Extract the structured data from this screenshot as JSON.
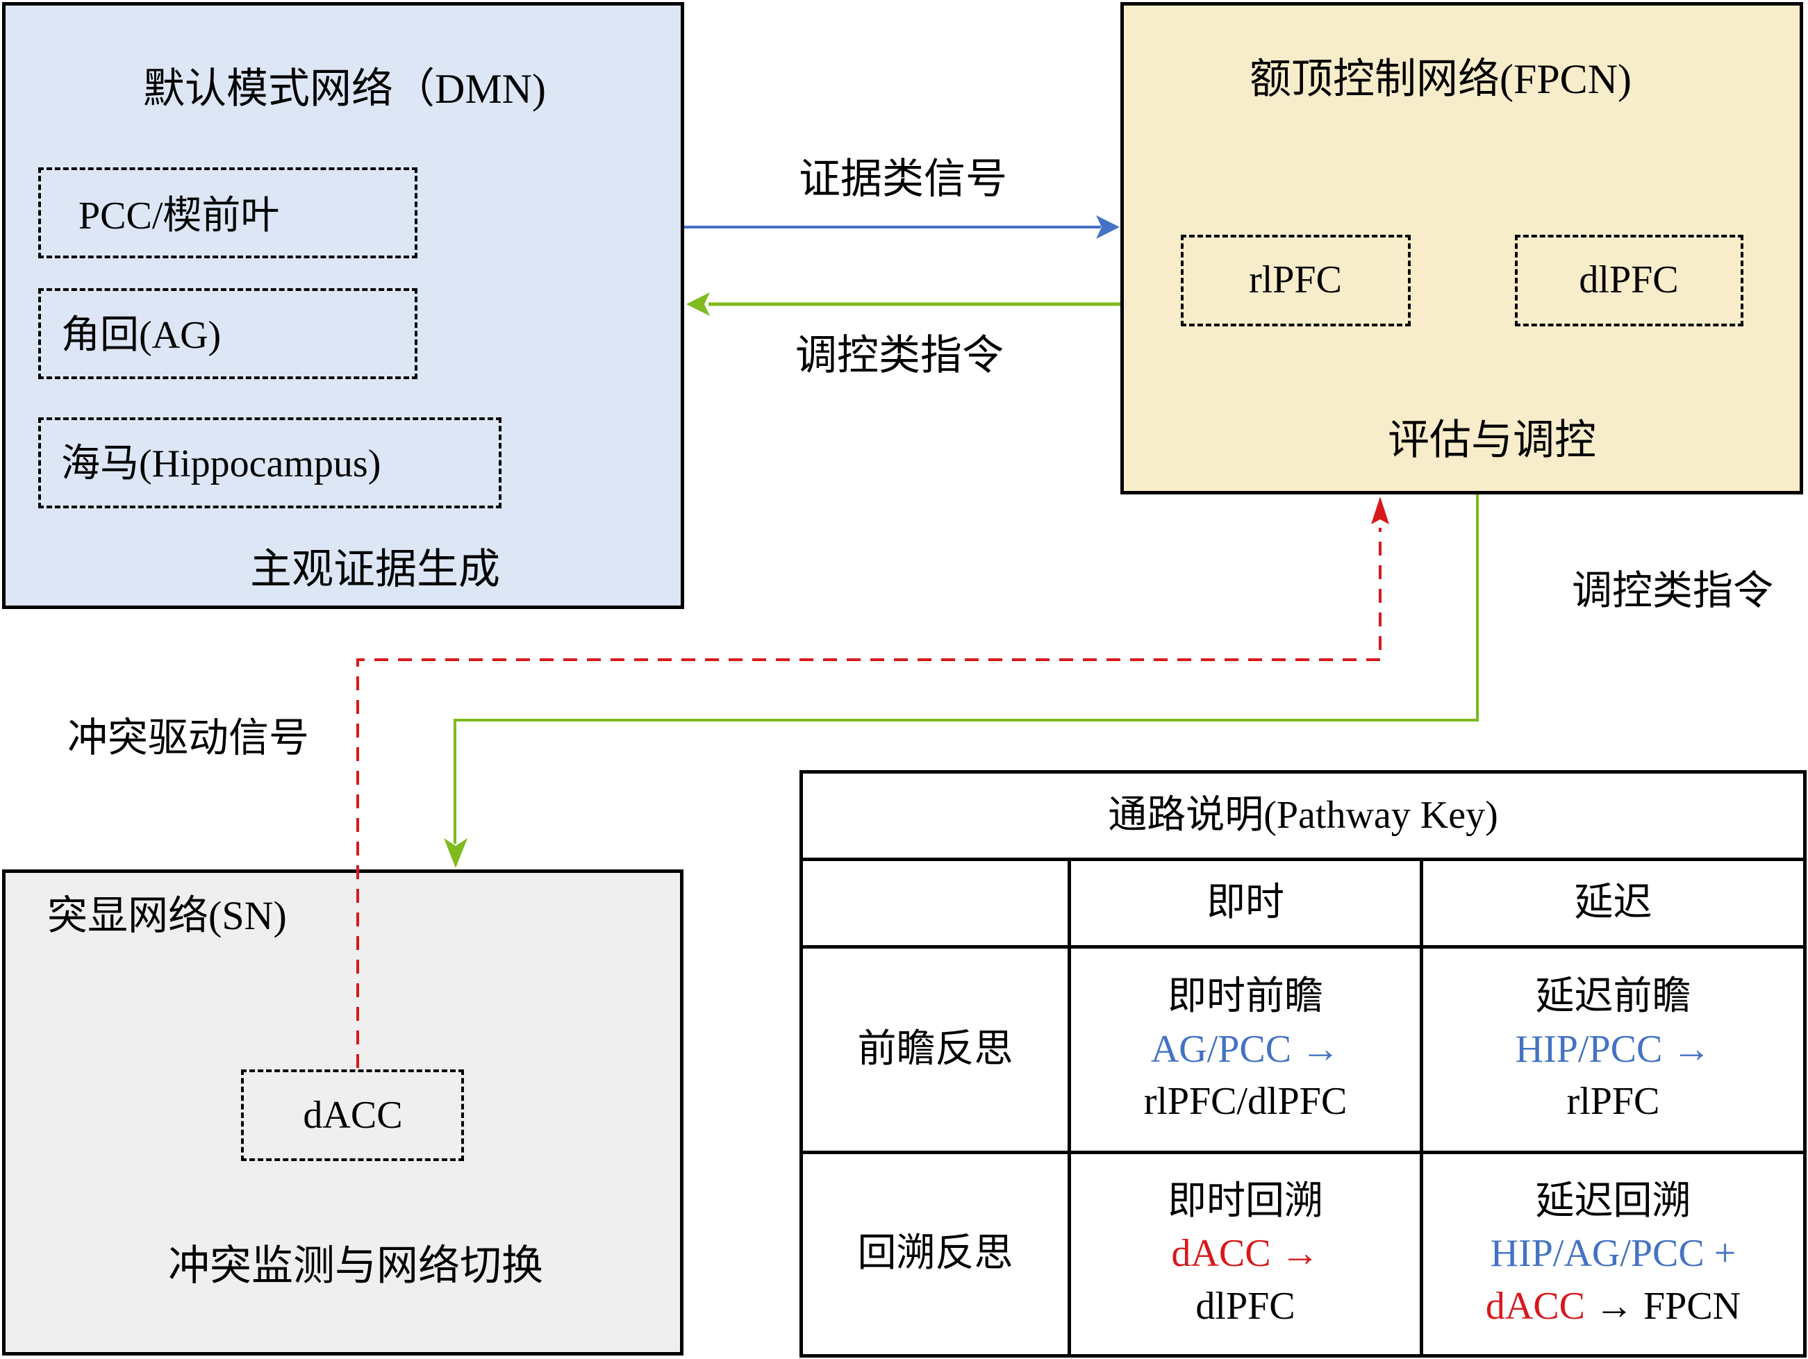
{
  "colors": {
    "dmn_bg": "#dde6f4",
    "fpcn_bg": "#f8edca",
    "sn_bg": "#efefef",
    "evidence_arrow": "#4472c4",
    "control_arrow": "#7fba1e",
    "conflict_arrow": "#d7191c",
    "blue_text": "#4472c4",
    "red_text": "#d7191c"
  },
  "dmn": {
    "title": "默认模式网络（DMN)",
    "regions": [
      "PCC/楔前叶",
      "角回(AG)",
      "海马(Hippocampus)"
    ],
    "function": "主观证据生成"
  },
  "fpcn": {
    "title": "额顶控制网络(FPCN)",
    "regions": [
      "rlPFC",
      "dlPFC"
    ],
    "function": "评估与调控"
  },
  "sn": {
    "title": "突显网络(SN)",
    "regions": [
      "dACC"
    ],
    "function": "冲突监测与网络切换"
  },
  "arrows": {
    "evidence_label": "证据类信号",
    "control_label_top": "调控类指令",
    "control_label_right": "调控类指令",
    "conflict_label": "冲突驱动信号"
  },
  "pathway_key": {
    "title": "通路说明(Pathway Key)",
    "columns": [
      "",
      "即时",
      "延迟"
    ],
    "rows": [
      {
        "label": "前瞻反思",
        "immediate": {
          "name": "即时前瞻",
          "source": "AG/PCC →",
          "source_color": "blue",
          "target": "rlPFC/dlPFC"
        },
        "delayed": {
          "name": "延迟前瞻",
          "source": "HIP/PCC →",
          "source_color": "blue",
          "target": "rlPFC"
        }
      },
      {
        "label": "回溯反思",
        "immediate": {
          "name": "即时回溯",
          "source": "dACC →",
          "source_color": "red",
          "target": "dlPFC"
        },
        "delayed": {
          "name": "延迟回溯",
          "source": "HIP/AG/PCC +",
          "source_color": "blue",
          "source2": "dACC",
          "source2_color": "red",
          "target": "→ FPCN"
        }
      }
    ]
  }
}
